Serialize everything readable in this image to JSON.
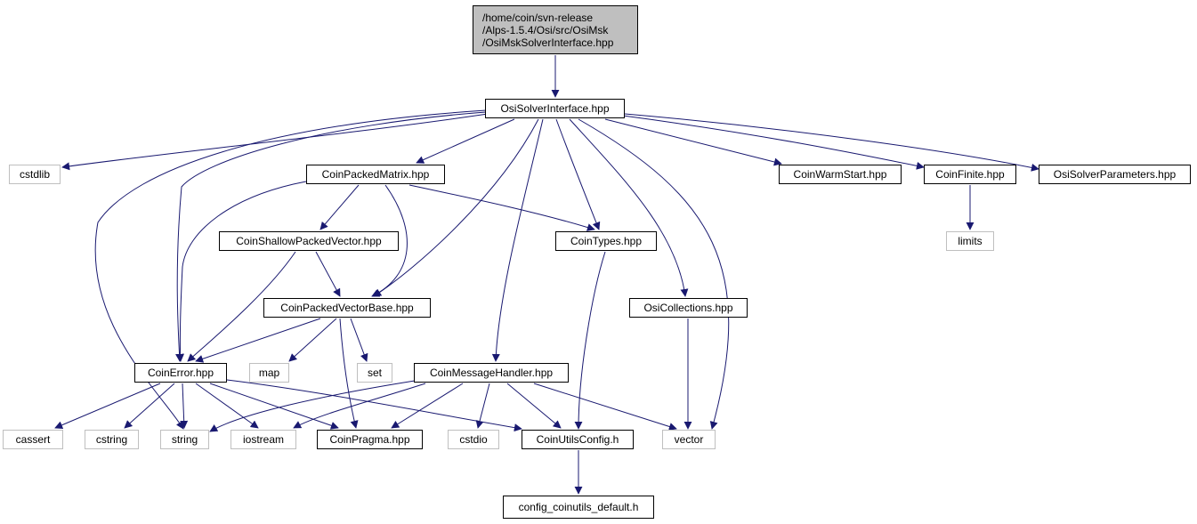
{
  "colors": {
    "edge": "#191970",
    "node_border": "#000000",
    "system_node_border": "#bfbfbf",
    "root_fill": "#bfbfbf",
    "background": "#ffffff"
  },
  "root": {
    "lines": [
      "/home/coin/svn-release",
      "/Alps-1.5.4/Osi/src/OsiMsk",
      "/OsiMskSolverInterface.hpp"
    ]
  },
  "nodes": {
    "osi_solver_interface": "OsiSolverInterface.hpp",
    "cstdlib": "cstdlib",
    "coin_packed_matrix": "CoinPackedMatrix.hpp",
    "coin_warm_start": "CoinWarmStart.hpp",
    "coin_finite": "CoinFinite.hpp",
    "osi_solver_parameters": "OsiSolverParameters.hpp",
    "coin_shallow_packed_vector": "CoinShallowPackedVector.hpp",
    "coin_types": "CoinTypes.hpp",
    "limits": "limits",
    "coin_packed_vector_base": "CoinPackedVectorBase.hpp",
    "osi_collections": "OsiCollections.hpp",
    "coin_error": "CoinError.hpp",
    "map": "map",
    "set": "set",
    "coin_message_handler": "CoinMessageHandler.hpp",
    "cassert": "cassert",
    "cstring": "cstring",
    "string": "string",
    "iostream": "iostream",
    "coin_pragma": "CoinPragma.hpp",
    "cstdio": "cstdio",
    "coin_utils_config": "CoinUtilsConfig.h",
    "vector": "vector",
    "config_coinutils_default": "config_coinutils_default.h"
  }
}
